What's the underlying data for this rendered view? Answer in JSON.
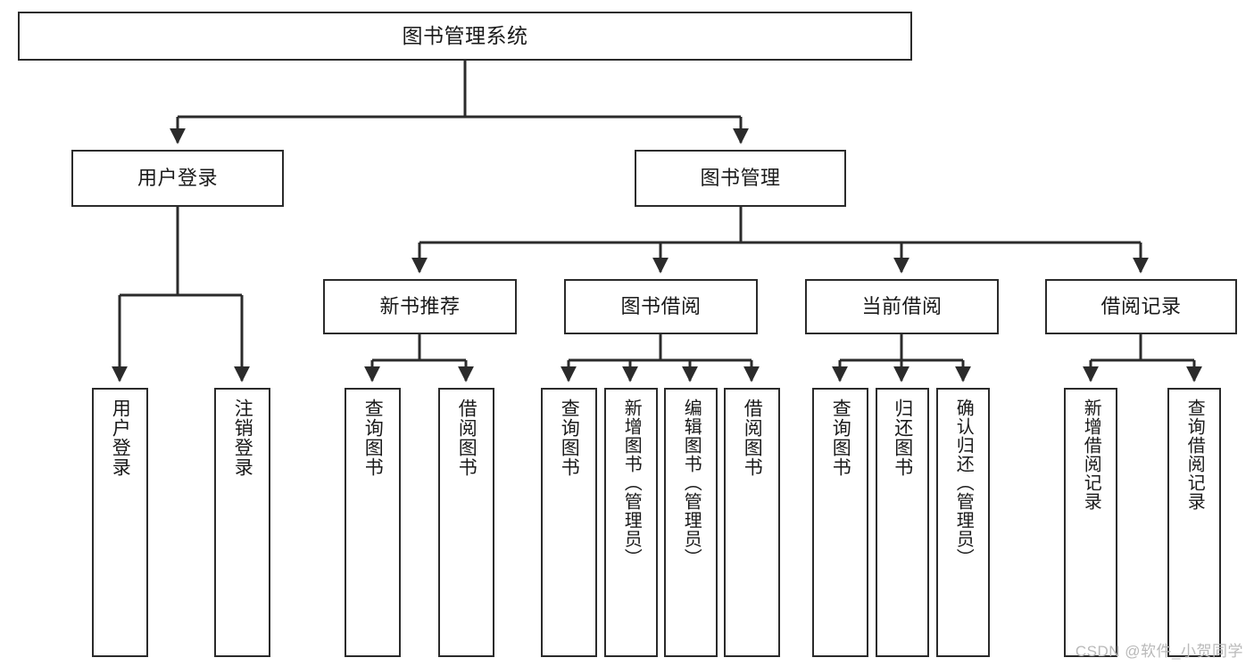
{
  "diagram": {
    "title": "图书管理系统",
    "type": "hierarchical-tree",
    "watermark": "CSDN @软件_小贺同学",
    "colors": {
      "stroke": "#2b2b2b",
      "fill": "#ffffff",
      "text": "#1a1a1a",
      "watermark": "#b9b9b9"
    },
    "nodes": {
      "root": {
        "label": "图书管理系统"
      },
      "level2": [
        {
          "id": "user-login",
          "label": "用户登录"
        },
        {
          "id": "book-manage",
          "label": "图书管理"
        }
      ],
      "level3": [
        {
          "id": "new-book-recommend",
          "label": "新书推荐"
        },
        {
          "id": "book-borrow",
          "label": "图书借阅"
        },
        {
          "id": "current-borrow",
          "label": "当前借阅"
        },
        {
          "id": "borrow-record",
          "label": "借阅记录"
        }
      ],
      "leaves": {
        "user-login": [
          {
            "id": "leaf-user-login",
            "label": "用户登录"
          },
          {
            "id": "leaf-user-logout",
            "label": "注销登录"
          }
        ],
        "new-book-recommend": [
          {
            "id": "leaf-query-book-1",
            "label": "查询图书"
          },
          {
            "id": "leaf-borrow-book-1",
            "label": "借阅图书"
          }
        ],
        "book-borrow": [
          {
            "id": "leaf-query-book-2",
            "label": "查询图书"
          },
          {
            "id": "leaf-add-book",
            "label": "新增图书（管理员）"
          },
          {
            "id": "leaf-edit-book",
            "label": "编辑图书（管理员）"
          },
          {
            "id": "leaf-borrow-book-2",
            "label": "借阅图书"
          }
        ],
        "current-borrow": [
          {
            "id": "leaf-query-book-3",
            "label": "查询图书"
          },
          {
            "id": "leaf-return-book",
            "label": "归还图书"
          },
          {
            "id": "leaf-confirm-return",
            "label": "确认归还（管理员）"
          }
        ],
        "borrow-record": [
          {
            "id": "leaf-add-record",
            "label": "新增借阅记录"
          },
          {
            "id": "leaf-query-record",
            "label": "查询借阅记录"
          }
        ]
      }
    }
  }
}
